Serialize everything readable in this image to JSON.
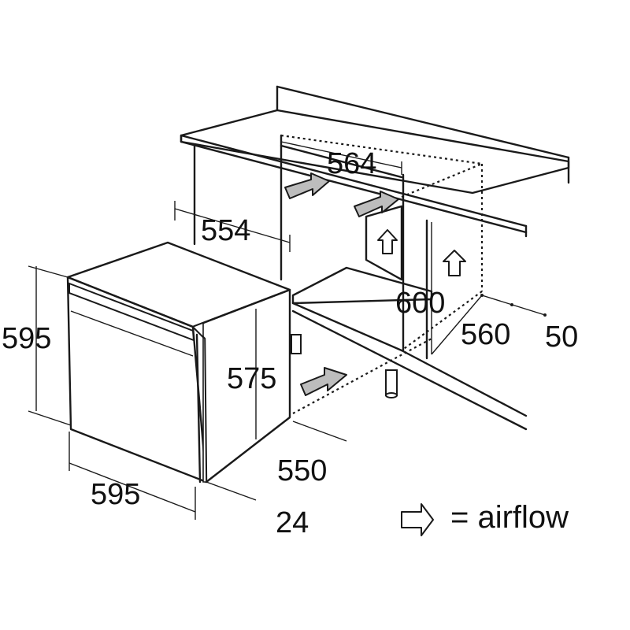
{
  "dimensions": {
    "niche_width": "564",
    "niche_depth": "554",
    "niche_height": "600",
    "cabinet_depth": "560",
    "rear_gap": "50",
    "oven_height": "595",
    "oven_width": "595",
    "body_height": "575",
    "body_depth": "550",
    "front_thickness": "24"
  },
  "legend": {
    "text": "= airflow",
    "icon": "airflow-arrow-icon"
  },
  "colors": {
    "line": "#1a1a1a",
    "fill_gray": "#8a8a8a"
  }
}
